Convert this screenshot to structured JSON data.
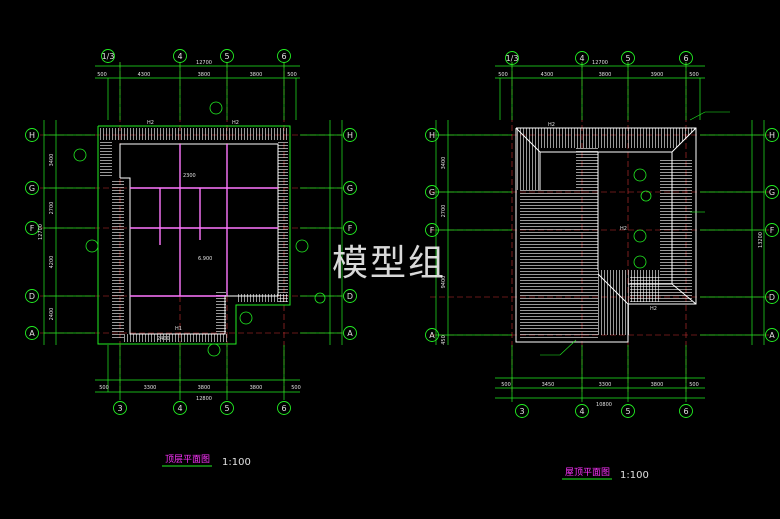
{
  "watermark": "模型组",
  "left_plan": {
    "title": "顶层平面图",
    "scale": "1:100",
    "axes_top": [
      "1/3",
      "4",
      "5",
      "6"
    ],
    "axes_bottom": [
      "3",
      "4",
      "5",
      "6"
    ],
    "axes_left": [
      "H",
      "G",
      "F",
      "D",
      "A"
    ],
    "axes_right": [
      "H",
      "G",
      "F",
      "D",
      "A"
    ],
    "dims_top": [
      "500",
      "4300",
      "3800",
      "3800",
      "500"
    ],
    "dim_top_total": "12700",
    "dims_bottom": [
      "500",
      "3300",
      "3800",
      "3800",
      "500"
    ],
    "dim_bottom_total": "12800",
    "dims_left": [
      "3400",
      "2700",
      "4200",
      "2400"
    ],
    "dim_left_total": "12700",
    "labels": [
      "H1",
      "H2",
      "H1",
      "2300",
      "6.900"
    ]
  },
  "right_plan": {
    "title": "屋顶平面图",
    "scale": "1:100",
    "axes_top": [
      "1/3",
      "4",
      "5",
      "6"
    ],
    "axes_bottom": [
      "3",
      "4",
      "5",
      "6"
    ],
    "axes_left": [
      "H",
      "G",
      "F",
      "A"
    ],
    "axes_right": [
      "H",
      "G",
      "F",
      "D",
      "A"
    ],
    "dims_top": [
      "500",
      "4300",
      "3800",
      "3900",
      "500"
    ],
    "dim_top_total": "12700",
    "dims_bottom": [
      "500",
      "3450",
      "3300",
      "3800",
      "500"
    ],
    "dim_bottom_total": "10800",
    "dims_left": [
      "3400",
      "2700",
      "9400",
      "450"
    ],
    "dim_right_total": "13200",
    "labels": [
      "H2",
      "H2",
      "H2"
    ]
  },
  "colors": {
    "background": "#000000",
    "dimension_lines": "#22ee22",
    "walls": "#ffffff",
    "hatch": "#ff77ff",
    "axis_lines": "#cc3333",
    "titles": "#ff33ff",
    "labels": "#ffff55"
  }
}
